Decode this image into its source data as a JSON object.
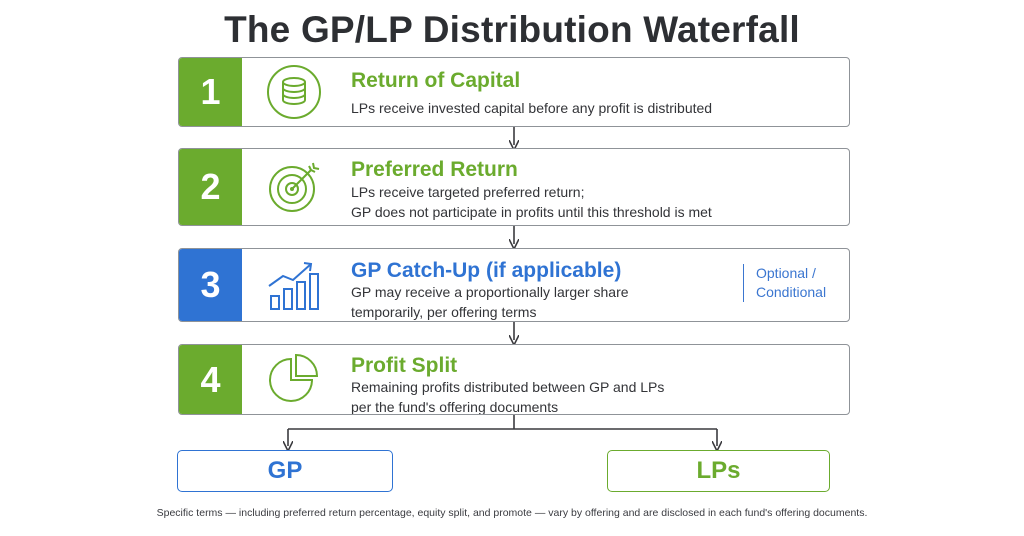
{
  "title": "The GP/LP Distribution Waterfall",
  "colors": {
    "green": "#6bab2e",
    "blue": "#2f73d3",
    "text": "#2f2f33",
    "border": "#8f9398"
  },
  "steps": [
    {
      "number": "1",
      "icon": "coin-stack-icon",
      "heading": "Return of Capital",
      "lines": [
        "LPs receive invested capital before any profit is distributed"
      ]
    },
    {
      "number": "2",
      "icon": "target-icon",
      "heading": "Preferred Return",
      "lines": [
        "LPs receive targeted preferred return;",
        "GP does not participate in profits until this threshold is met"
      ]
    },
    {
      "number": "3",
      "icon": "rising-bar-chart-icon",
      "heading": "GP Catch-Up (if applicable)",
      "lines": [
        "GP may receive a proportionally larger share",
        "temporarily, per offering terms"
      ],
      "aside": [
        "Optional /",
        "Conditional"
      ]
    },
    {
      "number": "4",
      "icon": "pie-chart-icon",
      "heading": "Profit Split",
      "lines": [
        "Remaining profits distributed between GP and LPs",
        "per the fund's offering documents"
      ]
    }
  ],
  "outcomes": {
    "gp": "GP",
    "lps": "LPs"
  },
  "footnote": "Specific terms — including preferred return percentage, equity split, and promote — vary by offering and are disclosed in each fund's offering documents."
}
